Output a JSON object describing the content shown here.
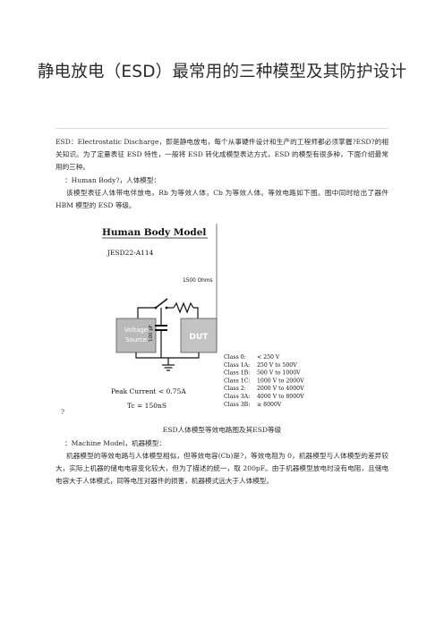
{
  "title": "静电放电（ESD）最常用的三种模型及其防护设计",
  "intro": "ESD：Electrostatic Discharge，即是静电放电，每个从事硬件设计和生产的工程师都必须掌握?ESD?的相关知识。为了定量表征 ESD 特性，一般将 ESD 转化成模型表达方式，ESD 的模型有很多种，下面介绍最常用的三种。",
  "hbm_heading": "：Human Body?，人体模型：",
  "hbm_text": "该模型表征人体带电伴放电，Rb 为等效人体，Cb 为等效人体。等效电路如下图。图中同时给出了器件 HBM 模型的 ESD 等级。",
  "figure": {
    "title": "Human Body Model",
    "standard": "JESD22-A114",
    "resistor_label": "1500 Ohms",
    "cap_label": "100 pF",
    "source_label_1": "Voltage",
    "source_label_2": "Source",
    "dut_label": "DUT",
    "classes": [
      {
        "name": "Class 0:",
        "range": "< 250 V"
      },
      {
        "name": "Class 1A:",
        "range": "250 V to 500V"
      },
      {
        "name": "Class 1B:",
        "range": "500 V to 1000V"
      },
      {
        "name": "Class 1C:",
        "range": "1000 V to 2000V"
      },
      {
        "name": "Class 2:",
        "range": "2000 V to 4000V"
      },
      {
        "name": "Class 3A:",
        "range": "4000 V to 8000V"
      },
      {
        "name": "Class 3B:",
        "range": "≥ 8000V"
      }
    ],
    "peak_current": "Peak Current < 0.75A",
    "tc": "Tc = 150nS"
  },
  "question_mark": "?",
  "caption": "ESD人体模型等效电路图及其ESD等级",
  "mm_heading": "：Machine Model，机器模型：",
  "mm_text": "机器模型的等效电路与人体模型相似，但等效电容(Cb)是?，等效电阻为 0，机器模型与人体模型的差异较大，实际上机器的储电电容变化较大，但为了描述的统一，取 200pF。由于机器模型放电时没有电阻，且储电电容大于人体模式，同等电压对器件的损害，机器模式远大于人体模型。"
}
